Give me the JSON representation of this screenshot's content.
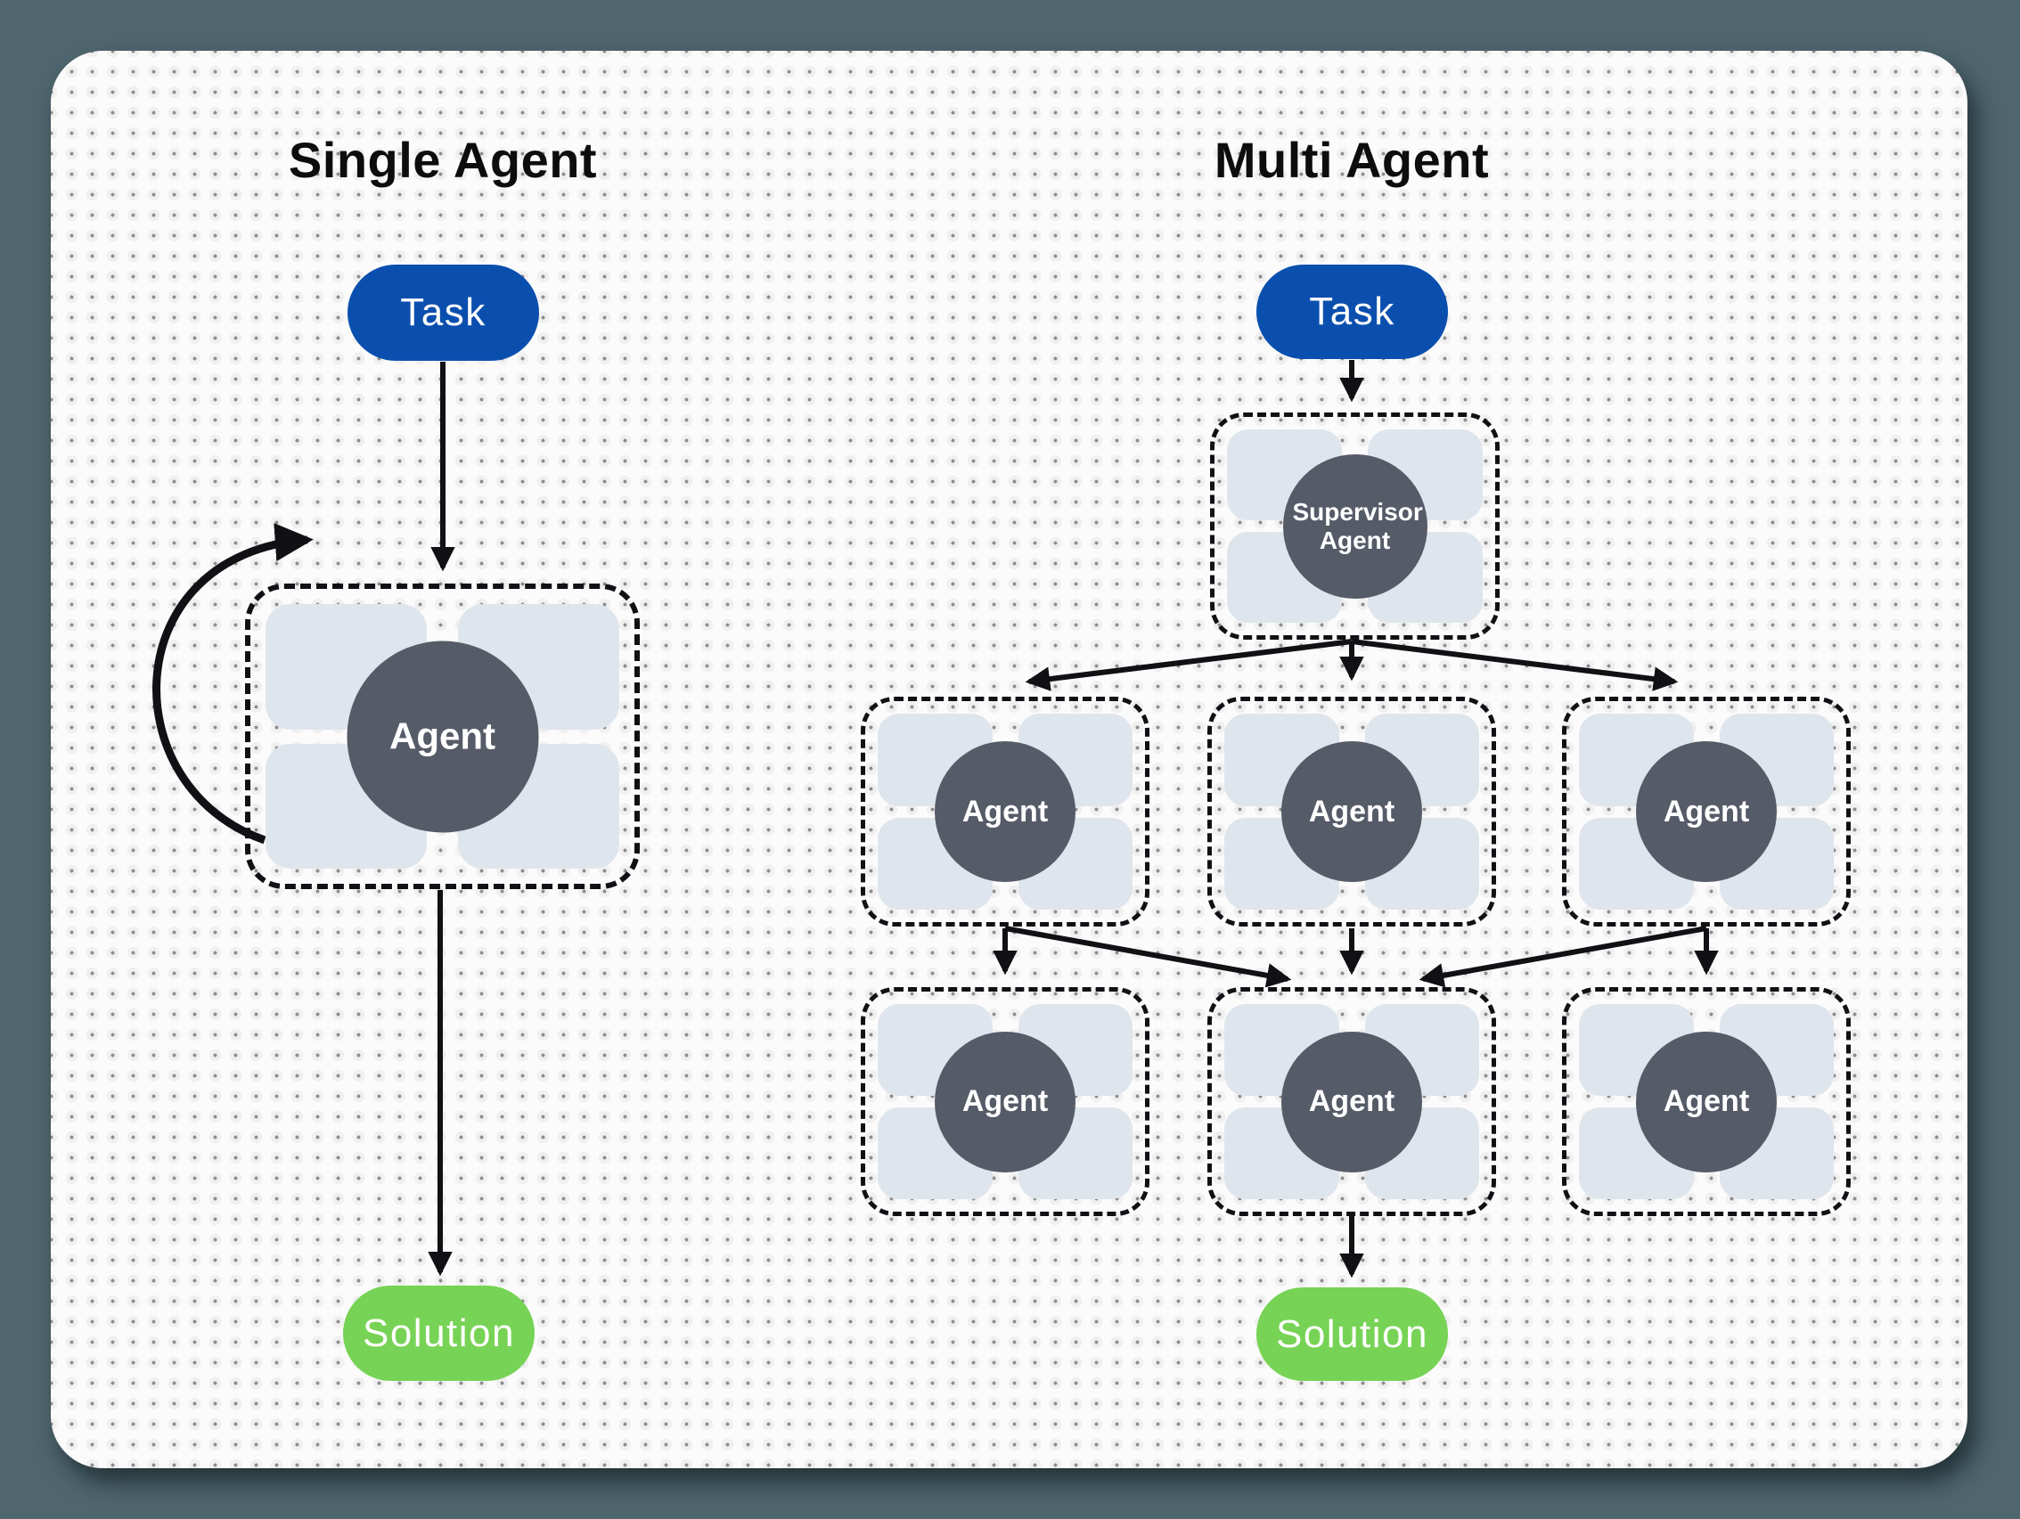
{
  "colors": {
    "page_background": "#4f666e",
    "card_background": "#fbfbfb",
    "task_pill": "#0b4fae",
    "solution_pill": "#77d355",
    "agent_circle": "#565b68",
    "module_tile": "#dfe5ec",
    "arrow": "#111115",
    "title_text": "#0d0d0d",
    "pill_text": "#ffffff"
  },
  "single_agent": {
    "title": "Single Agent",
    "task_label": "Task",
    "agent_label": "Agent",
    "solution_label": "Solution"
  },
  "multi_agent": {
    "title": "Multi Agent",
    "task_label": "Task",
    "supervisor_label": "Supervisor Agent",
    "agents_row1": [
      "Agent",
      "Agent",
      "Agent"
    ],
    "agents_row2": [
      "Agent",
      "Agent",
      "Agent"
    ],
    "solution_label": "Solution"
  }
}
